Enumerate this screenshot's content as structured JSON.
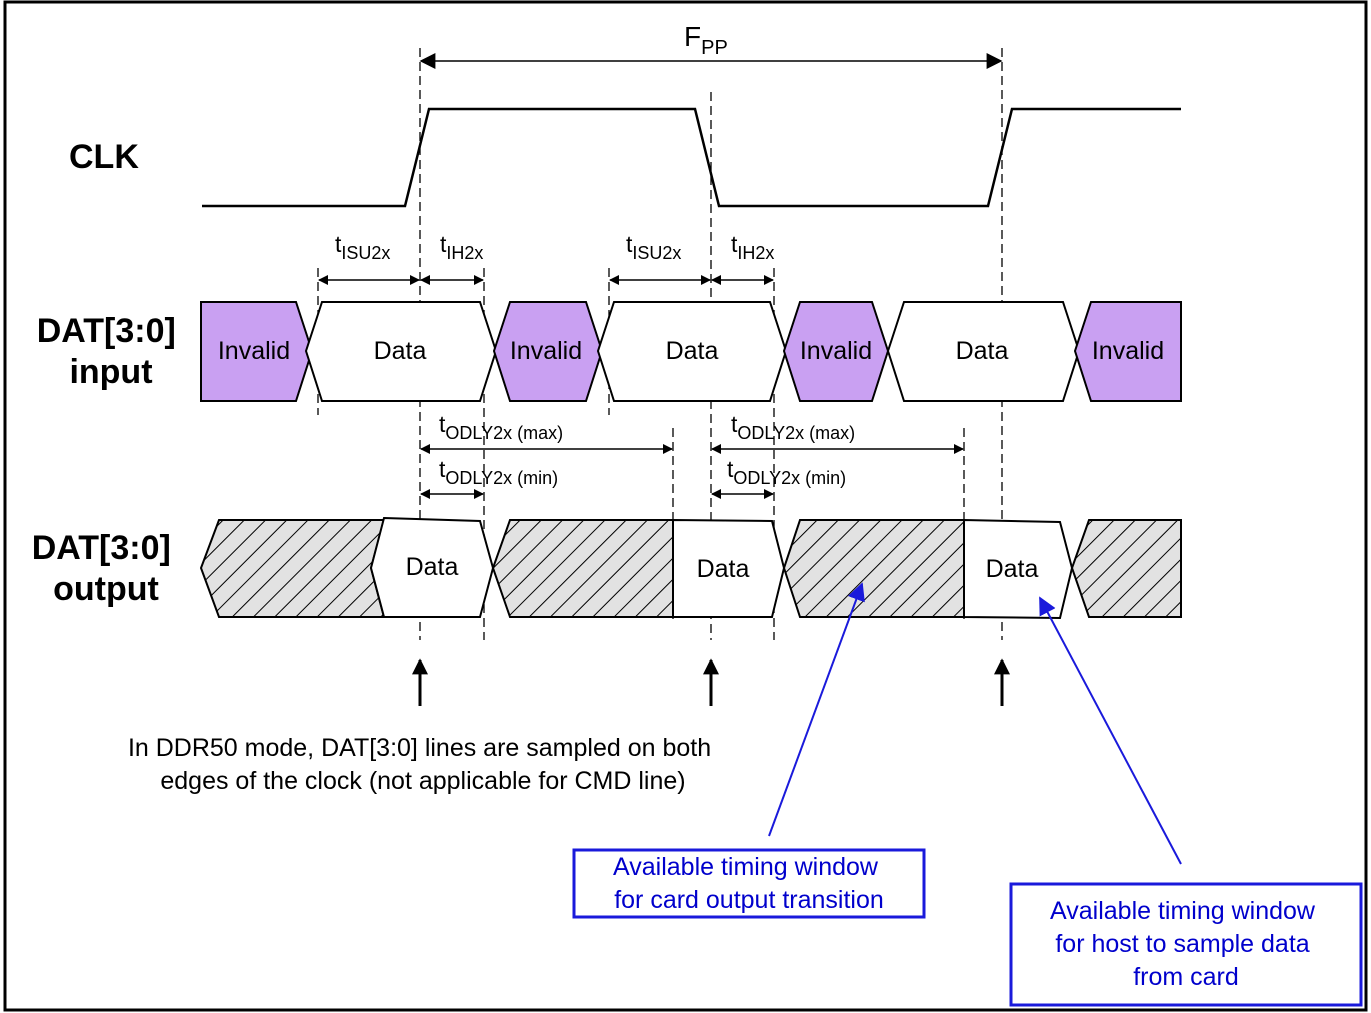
{
  "frequency_label": {
    "main": "F",
    "sub": "PP"
  },
  "signals": {
    "clk": {
      "label": "CLK"
    },
    "dat_input": {
      "line1": "DAT[3:0]",
      "line2": "input"
    },
    "dat_output": {
      "line1": "DAT[3:0]",
      "line2": "output"
    }
  },
  "input_segments": [
    "Invalid",
    "Data",
    "Invalid",
    "Data",
    "Invalid",
    "Data",
    "Invalid"
  ],
  "output_segments": [
    "Data",
    "Data",
    "Data"
  ],
  "timing_labels": {
    "tisu": {
      "main": "t",
      "sub": "ISU2x"
    },
    "tih": {
      "main": "t",
      "sub": "IH2x"
    },
    "todly_max": {
      "main": "t",
      "sub": "ODLY2x",
      "qualifier": "(max)"
    },
    "todly_min": {
      "main": "t",
      "sub": "ODLY2x",
      "qualifier": "(min)"
    }
  },
  "note": {
    "line1": "In DDR50 mode, DAT[3:0] lines are sampled on both",
    "line2": "edges of the clock (not applicable for CMD line)"
  },
  "callouts": {
    "card_output": {
      "line1": "Available timing window",
      "line2": "for card output transition"
    },
    "host_sample": {
      "line1": "Available timing window",
      "line2": "for host to sample data",
      "line3": "from card"
    }
  },
  "colors": {
    "invalid_fill": "#c9a0f2",
    "hatch_background": "#e2e2e2",
    "callout_blue": "#0000cc"
  }
}
